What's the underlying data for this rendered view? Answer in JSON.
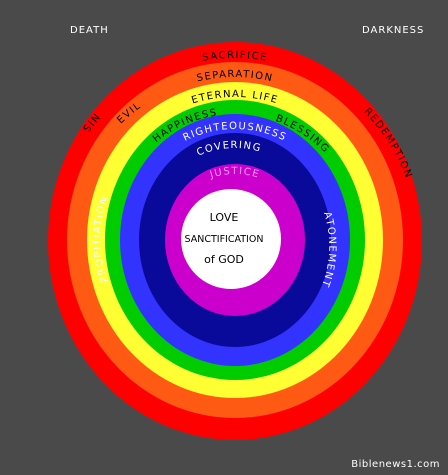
{
  "corners": {
    "top_left": "DEATH",
    "top_right": "DARKNESS"
  },
  "rings": [
    {
      "color": "#ff0000"
    },
    {
      "color": "#ff5a14"
    },
    {
      "color": "#ffff33"
    },
    {
      "color": "#00cc00"
    },
    {
      "color": "#3333ff"
    },
    {
      "color": "#0a0a9a"
    },
    {
      "color": "#cc00cc"
    },
    {
      "color": "#ffffff"
    }
  ],
  "arc_labels": {
    "sin": "SIN",
    "sacrifice": "SACRIFICE",
    "redemption": "REDEMPTION",
    "evil": "EVIL",
    "separation": "SEPARATION",
    "eternal_life": "ETERNAL LIFE",
    "happiness": "HAPPINESS",
    "blessing": "BLESSING",
    "righteousness": "RIGHTEOUSNESS",
    "covering": "COVERING",
    "justice": "JUSTICE",
    "propitiation": "PROPITIATION",
    "atonement": "ATONEMENT"
  },
  "center": {
    "line1": "LOVE",
    "line2": "SANCTIFICATION",
    "line3": "of GOD"
  },
  "credit": "Biblenews1.com",
  "colors": {
    "background": "#4a4a4a",
    "dark_label": "#000000",
    "light_label": "#ffffff",
    "justice_label": "#ff99ff"
  }
}
